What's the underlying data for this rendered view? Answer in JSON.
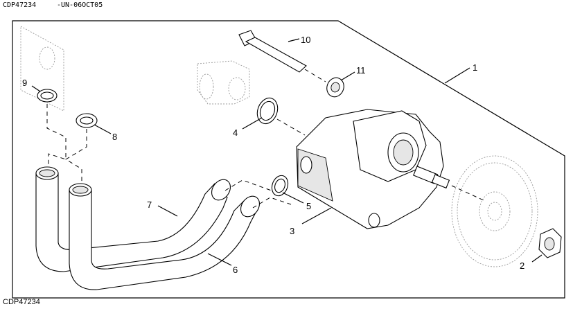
{
  "header": {
    "figure_code": "CDP47234",
    "ref_code": "-UN-06OCT05"
  },
  "footer": {
    "figure_code": "CDP47234"
  },
  "callouts": [
    {
      "id": "1",
      "label": "1"
    },
    {
      "id": "2",
      "label": "2"
    },
    {
      "id": "3",
      "label": "3"
    },
    {
      "id": "4",
      "label": "4"
    },
    {
      "id": "5",
      "label": "5"
    },
    {
      "id": "6",
      "label": "6"
    },
    {
      "id": "7",
      "label": "7"
    },
    {
      "id": "8",
      "label": "8"
    },
    {
      "id": "9",
      "label": "9"
    },
    {
      "id": "10",
      "label": "10"
    },
    {
      "id": "11",
      "label": "11"
    }
  ]
}
